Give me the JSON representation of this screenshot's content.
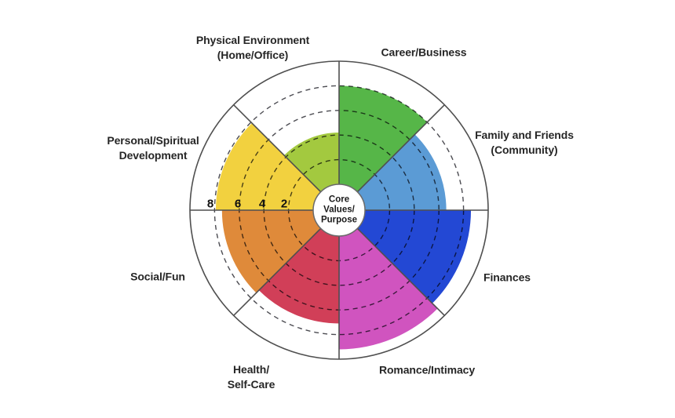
{
  "page": {
    "background": "#ffffff"
  },
  "chart_data": {
    "type": "polar-area",
    "subtype": "wheel-of-life",
    "title": "",
    "categories": [
      "Career/Business",
      "Family and Friends (Community)",
      "Finances",
      "Romance/Intimacy",
      "Health/Self-Care",
      "Social/Fun",
      "Personal/Spiritual Development",
      "Physical Environment (Home/Office)"
    ],
    "display_labels": [
      "Career/Business",
      "Family and Friends\n(Community)",
      "Finances",
      "Romance/Intimacy",
      "Health/\nSelf-Care",
      "Social/Fun",
      "Personal/Spiritual\nDevelopment",
      "Physical Environment\n(Home/Office)"
    ],
    "values": [
      8,
      6.6,
      8.6,
      9.2,
      7.1,
      7.4,
      7.9,
      4.2
    ],
    "colors": [
      "#56b648",
      "#5b9bd5",
      "#2348d4",
      "#d054bf",
      "#d13f58",
      "#df8a3a",
      "#f2d13f",
      "#a3c93f"
    ],
    "direction": "clockwise-from-top",
    "segment_sweep_deg": 45,
    "scale": {
      "min": 0,
      "max": 10,
      "ring_values": [
        2,
        4,
        6,
        8
      ],
      "ring_style": "dashed",
      "tick_labels": [
        "8",
        "6",
        "4",
        "2"
      ]
    },
    "center_label": "Core\nValues/\nPurpose",
    "legend_position": "none",
    "grid": "dashed concentric circles at 2,4,6,8; solid outer circle at 10"
  },
  "styles": {
    "line_color": "#4f4f4f",
    "ring_dash_color": "#4c4c52",
    "hub_fill": "#ffffff",
    "hub_stroke": "#6a6a6a",
    "label_color": "#262626"
  }
}
